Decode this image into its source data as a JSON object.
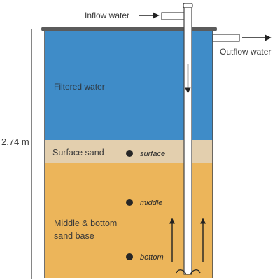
{
  "labels": {
    "inflow": "Inflow water",
    "outflow": "Outflow water",
    "height": "2.74 m",
    "filtered_water": "Filtered water",
    "surface_sand": "Surface sand",
    "base_line1": "Middle & bottom",
    "base_line2": "sand base"
  },
  "sample_points": [
    {
      "label": "surface"
    },
    {
      "label": "middle"
    },
    {
      "label": "bottom"
    }
  ],
  "colors": {
    "water": "#3f8cc8",
    "surface_sand": "#e3cfae",
    "sand_base": "#ecb55a",
    "outline": "#4d4d4d",
    "lid": "#5b5b5b",
    "sample_dot": "#262626"
  }
}
